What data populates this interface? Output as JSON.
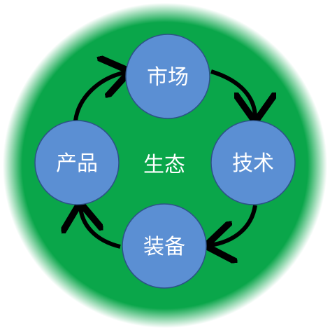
{
  "colors": {
    "background_circle": "#0aa64a",
    "node_fill": "#5b8fd3",
    "node_stroke": "#2d5286",
    "arrow": "#000000",
    "node_text": "#ffffff",
    "center_text": "#ffffff"
  },
  "center": {
    "label": "生态"
  },
  "nodes": [
    {
      "id": "market",
      "label": "市场"
    },
    {
      "id": "technology",
      "label": "技术"
    },
    {
      "id": "equipment",
      "label": "装备"
    },
    {
      "id": "product",
      "label": "产品"
    }
  ]
}
